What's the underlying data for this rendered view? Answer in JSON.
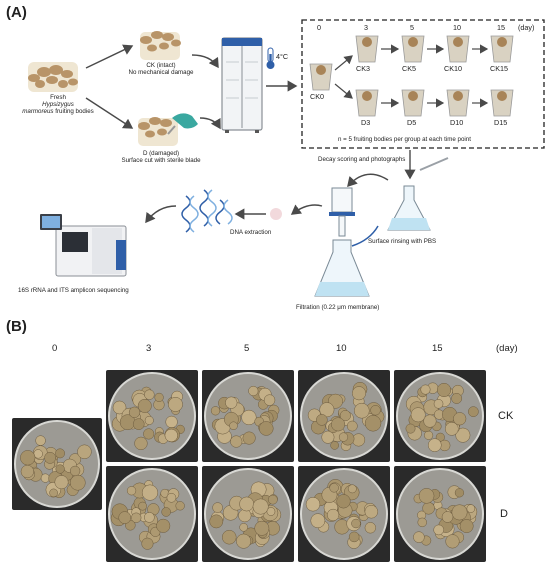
{
  "panelA": {
    "label": "(A)",
    "fresh_line1": "Fresh",
    "fresh_italic": "Hypsizygus",
    "fresh_italic2": "marmoreus",
    "fresh_line3": "fruiting bodies",
    "ck_line1": "CK (intact)",
    "ck_line2": "No mechanical damage",
    "d_line1": "D (damaged)",
    "d_line2": "Surface cut with sterile blade",
    "temperature": "4°C",
    "days": [
      "0",
      "3",
      "5",
      "10",
      "15"
    ],
    "day_unit": "(day)",
    "ck_labels": [
      "CK0",
      "CK3",
      "CK5",
      "CK10",
      "CK15"
    ],
    "d_labels": [
      "D3",
      "D5",
      "D10",
      "D15"
    ],
    "n_note": "n = 5 fruiting bodies per group at each time point",
    "decay_note": "Decay scoring and photographs",
    "pbs_note": "Surface rinsing with PBS",
    "filtration_note": "Filtration (0.22 μm membrane)",
    "dna_note": "DNA extraction",
    "seq_note": "16S rRNA and ITS amplicon sequencing"
  },
  "panelB": {
    "label": "(B)",
    "days": [
      "0",
      "3",
      "5",
      "10",
      "15"
    ],
    "day_unit": "(day)",
    "row_labels": [
      "CK",
      "D"
    ]
  },
  "colors": {
    "mushroom_cap": "#b89468",
    "mushroom_stem": "#efe6d2",
    "blue_accent": "#2f5fa8",
    "arrow": "#4a4a4a"
  }
}
